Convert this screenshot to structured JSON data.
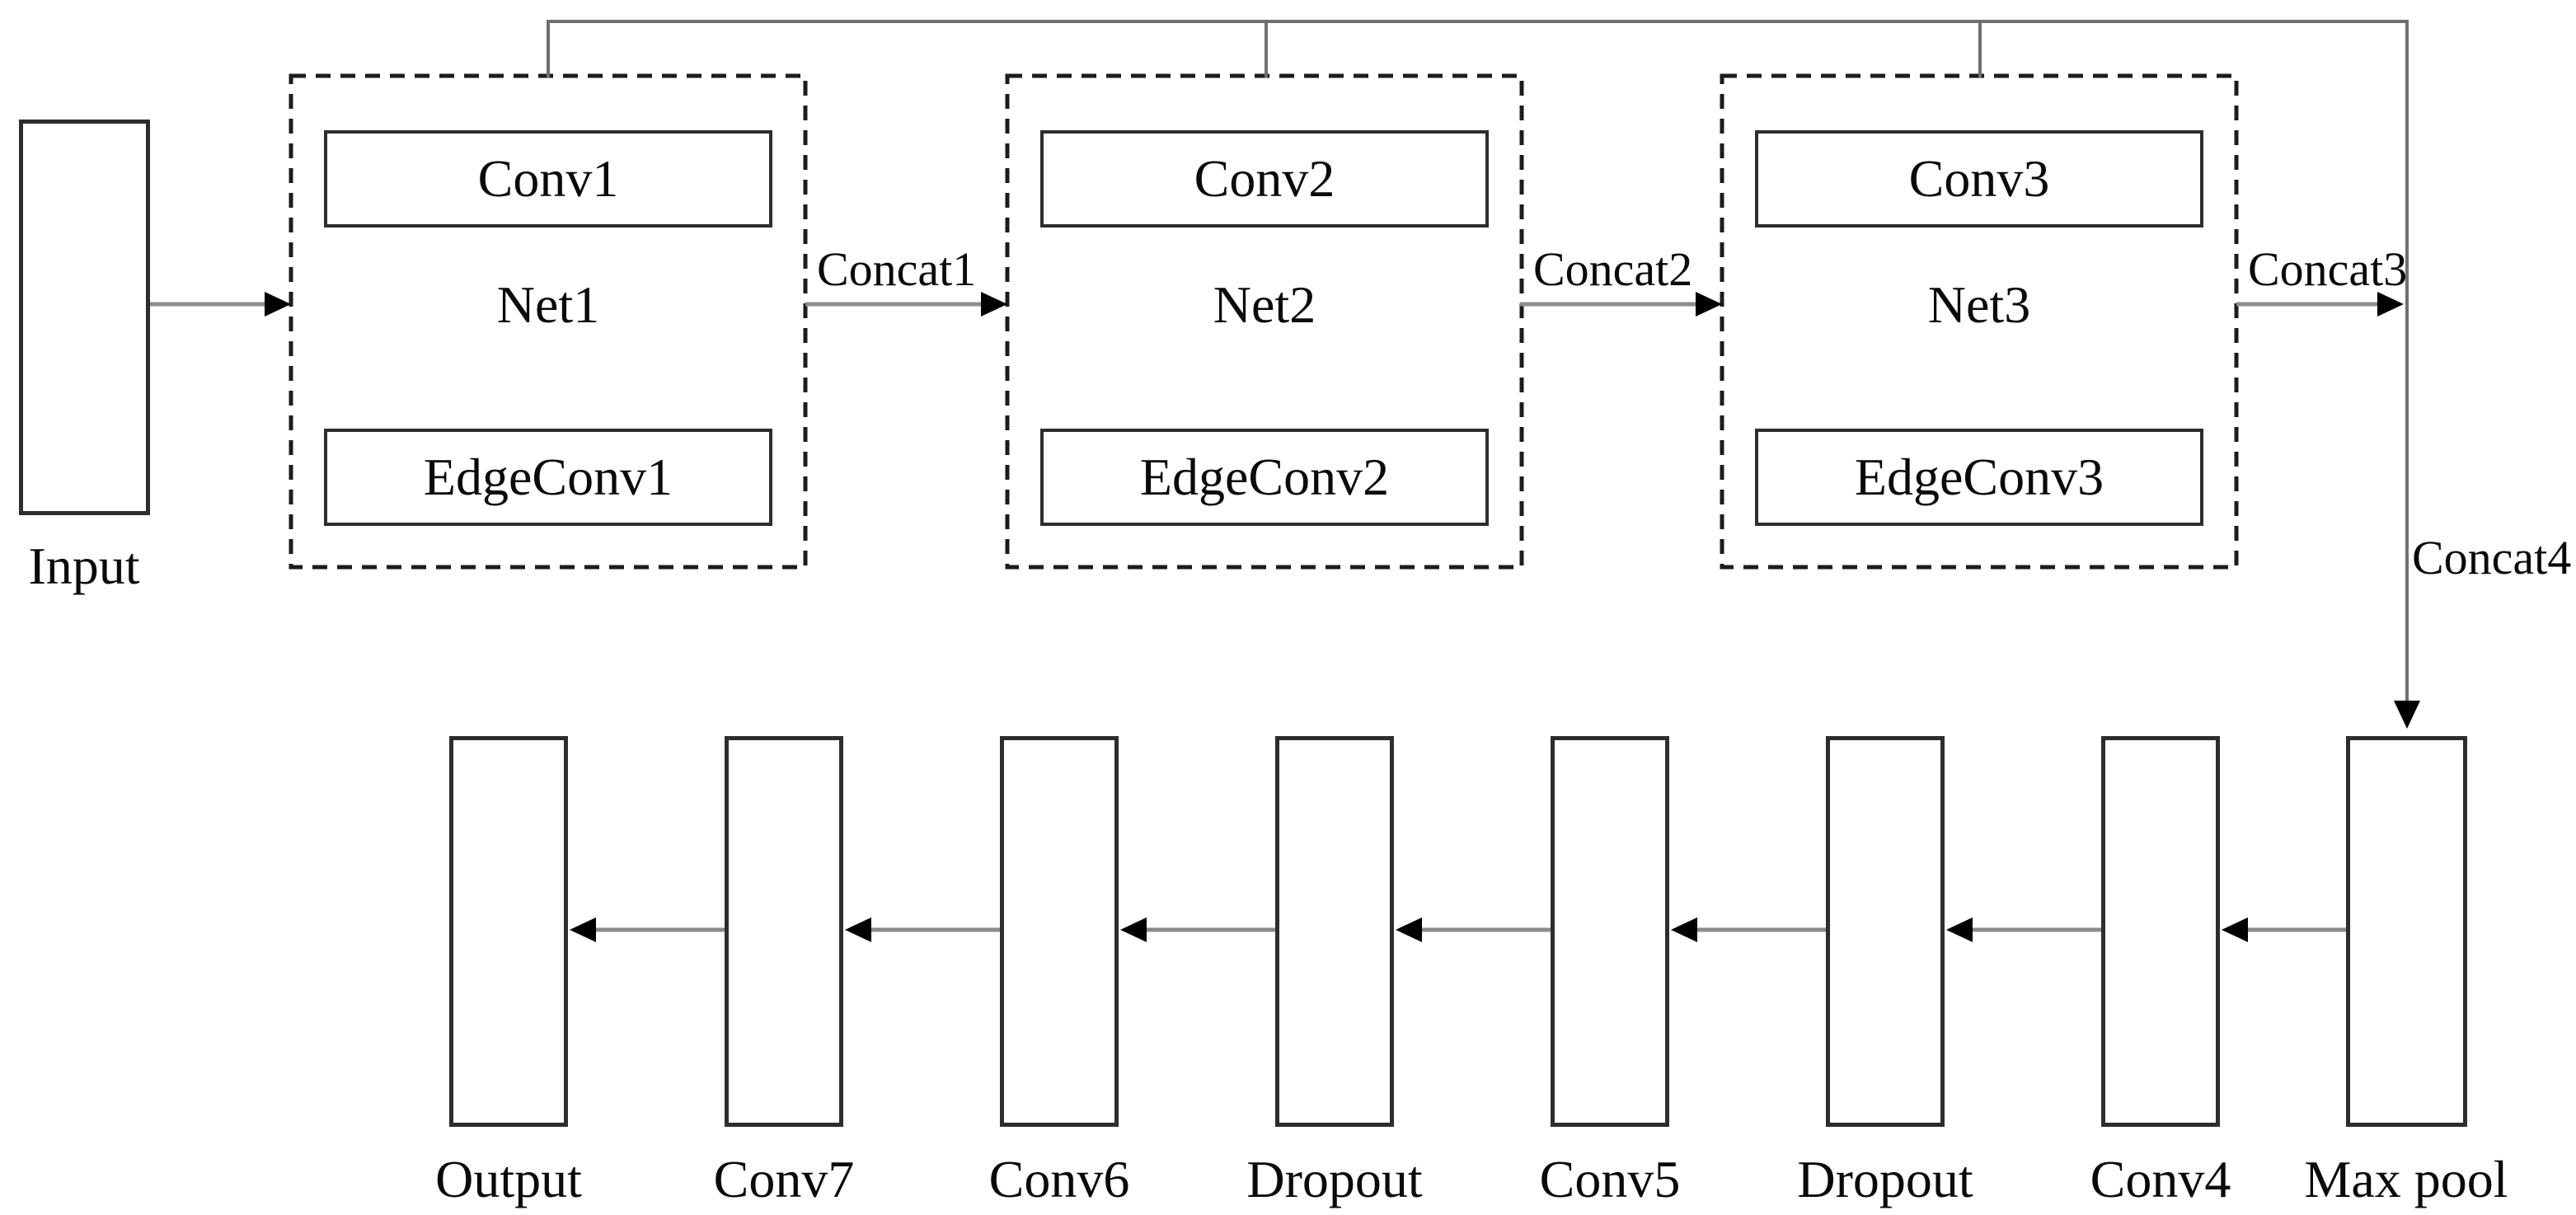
{
  "diagram": {
    "type": "neural-network-architecture",
    "input": {
      "label": "Input"
    },
    "nets": [
      {
        "name": "Net1",
        "conv_label": "Conv1",
        "edgeconv_label": "EdgeConv1",
        "concat_label": "Concat1"
      },
      {
        "name": "Net2",
        "conv_label": "Conv2",
        "edgeconv_label": "EdgeConv2",
        "concat_label": "Concat2"
      },
      {
        "name": "Net3",
        "conv_label": "Conv3",
        "edgeconv_label": "EdgeConv3",
        "concat_label": "Concat3"
      }
    ],
    "final_concat": {
      "label": "Concat4"
    },
    "pipeline": [
      {
        "label": "Output"
      },
      {
        "label": "Conv7"
      },
      {
        "label": "Conv6"
      },
      {
        "label": "Dropout"
      },
      {
        "label": "Conv5"
      },
      {
        "label": "Dropout"
      },
      {
        "label": "Conv4"
      },
      {
        "label": "Max pool"
      }
    ],
    "colors": {
      "background": "#ffffff",
      "text": "#0a0a0a",
      "solid_box_border": "#2d2d2d",
      "dashed_box_border": "#1c1c1c",
      "connector_shaft": "#8c8c8c",
      "skip_connection_line": "#6f6f6f",
      "arrowhead": "#000000"
    }
  }
}
